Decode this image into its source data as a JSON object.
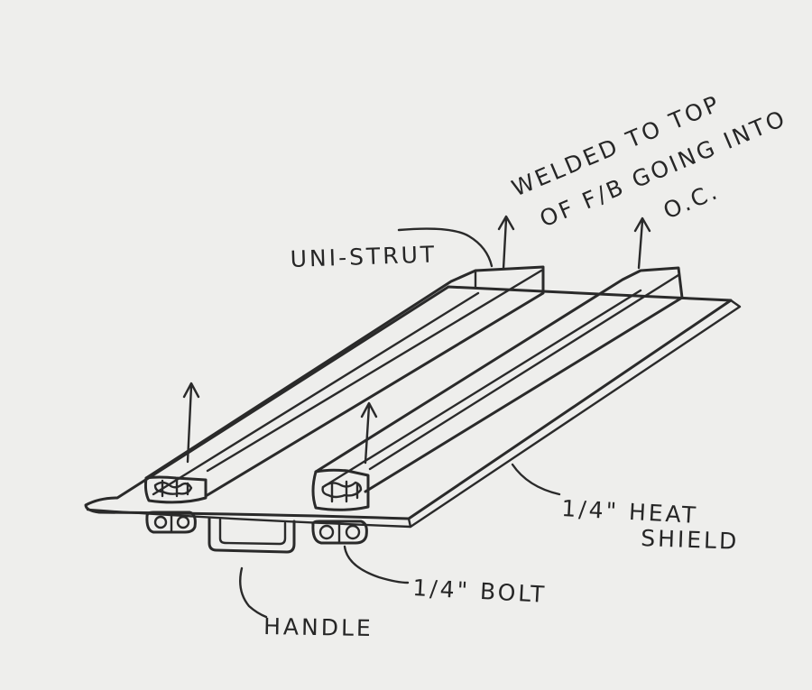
{
  "labels": {
    "welded_line1": "WELDED TO TOP",
    "welded_line2": "OF F/B GOING INTO",
    "welded_line3": "O.C.",
    "unistrut": "UNI-STRUT",
    "heat_shield_line1": "1/4\" HEAT",
    "heat_shield_line2": "SHIELD",
    "bolt": "1/4\" BOLT",
    "handle": "HANDLE"
  },
  "colors": {
    "paper": "#eeeeec",
    "ink": "#2a2a2a"
  }
}
